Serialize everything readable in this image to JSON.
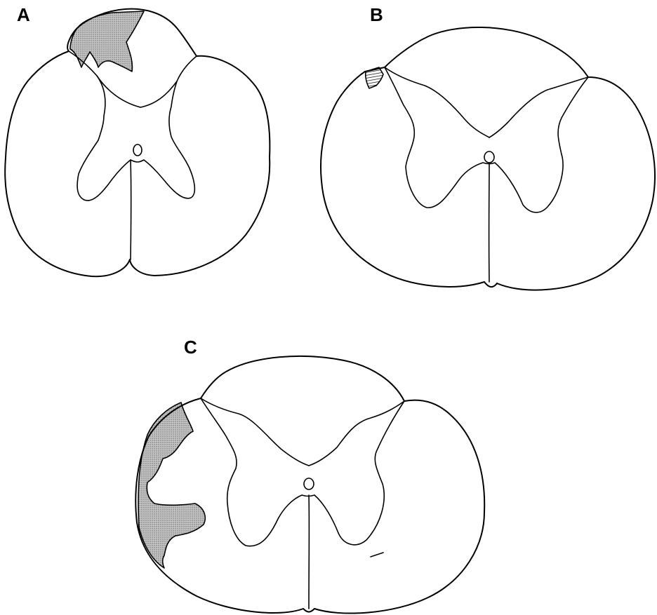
{
  "panels": [
    {
      "id": "A",
      "label": "A"
    },
    {
      "id": "B",
      "label": "B"
    },
    {
      "id": "C",
      "label": "C"
    }
  ],
  "colors": {
    "outline": "#000000",
    "lesion_stipple": "#b5b5b5",
    "lesion_hatch": "#000000",
    "background": "#ffffff"
  }
}
